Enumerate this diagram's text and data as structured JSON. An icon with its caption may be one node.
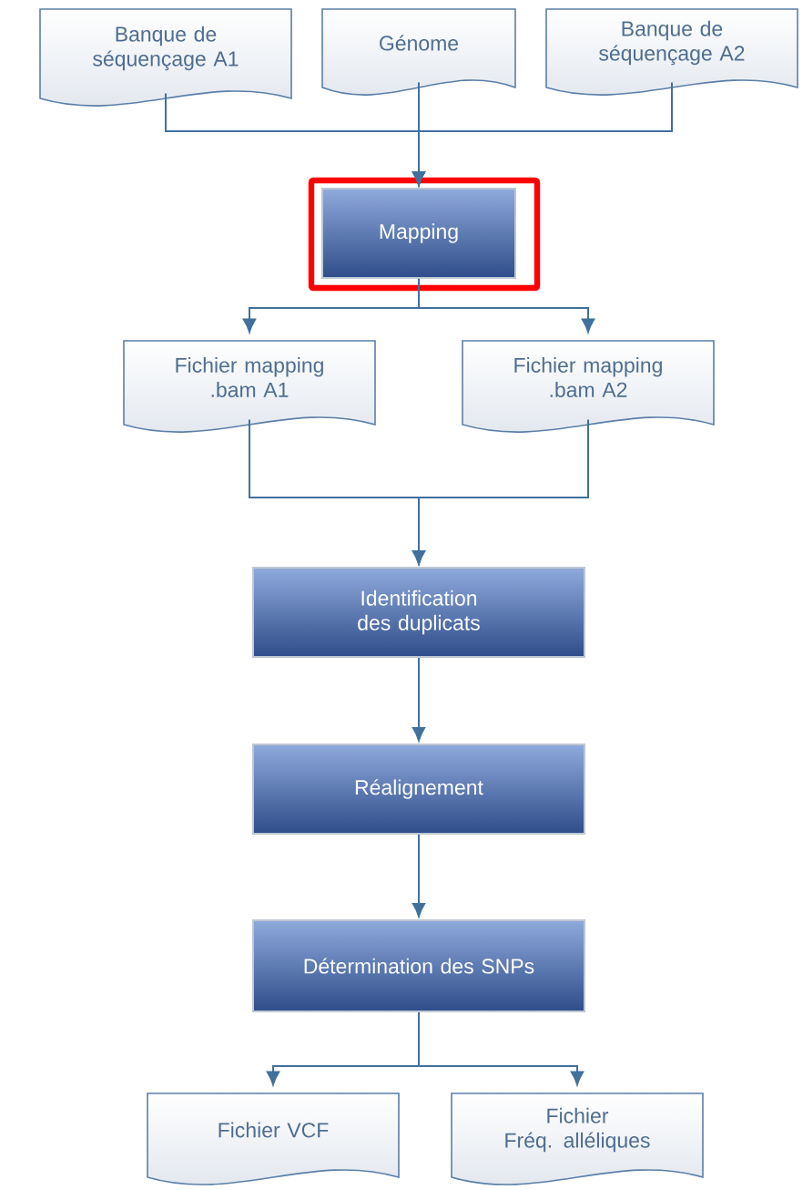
{
  "diagram": {
    "nodes": [
      {
        "text": [
          "Banque de séquençage A1"
        ]
      },
      {
        "text": [
          "Génome"
        ]
      },
      {
        "text": [
          "Banque de séquençage A2"
        ]
      },
      {
        "text": [
          "Mapping"
        ]
      },
      {
        "text": [
          "Fichier mapping .bam A1"
        ]
      },
      {
        "text": [
          "Fichier mapping .bam A2"
        ]
      },
      {
        "text": [
          "Identification des duplicats"
        ]
      },
      {
        "text": [
          "Réalignement"
        ]
      },
      {
        "text": [
          "Détermination des SNPs"
        ]
      },
      {
        "text": [
          "Fichier VCF"
        ]
      },
      {
        "text": [
          "Fichier Fréq. alléliques"
        ]
      }
    ],
    "edges": [
      {
        "from": 0,
        "to": 3,
        "arrow": "to"
      },
      {
        "from": 1,
        "to": 3,
        "arrow": "to"
      },
      {
        "from": 2,
        "to": 3,
        "arrow": "to"
      },
      {
        "from": 3,
        "to": 4,
        "arrow": "to"
      },
      {
        "from": 3,
        "to": 5,
        "arrow": "to"
      },
      {
        "from": 4,
        "to": 6,
        "arrow": "to"
      },
      {
        "from": 5,
        "to": 6,
        "arrow": "to"
      },
      {
        "from": 6,
        "to": 7,
        "arrow": "to"
      },
      {
        "from": 7,
        "to": 8,
        "arrow": "to"
      },
      {
        "from": 8,
        "to": 9,
        "arrow": "to"
      },
      {
        "from": 8,
        "to": 10,
        "arrow": "to"
      }
    ]
  }
}
